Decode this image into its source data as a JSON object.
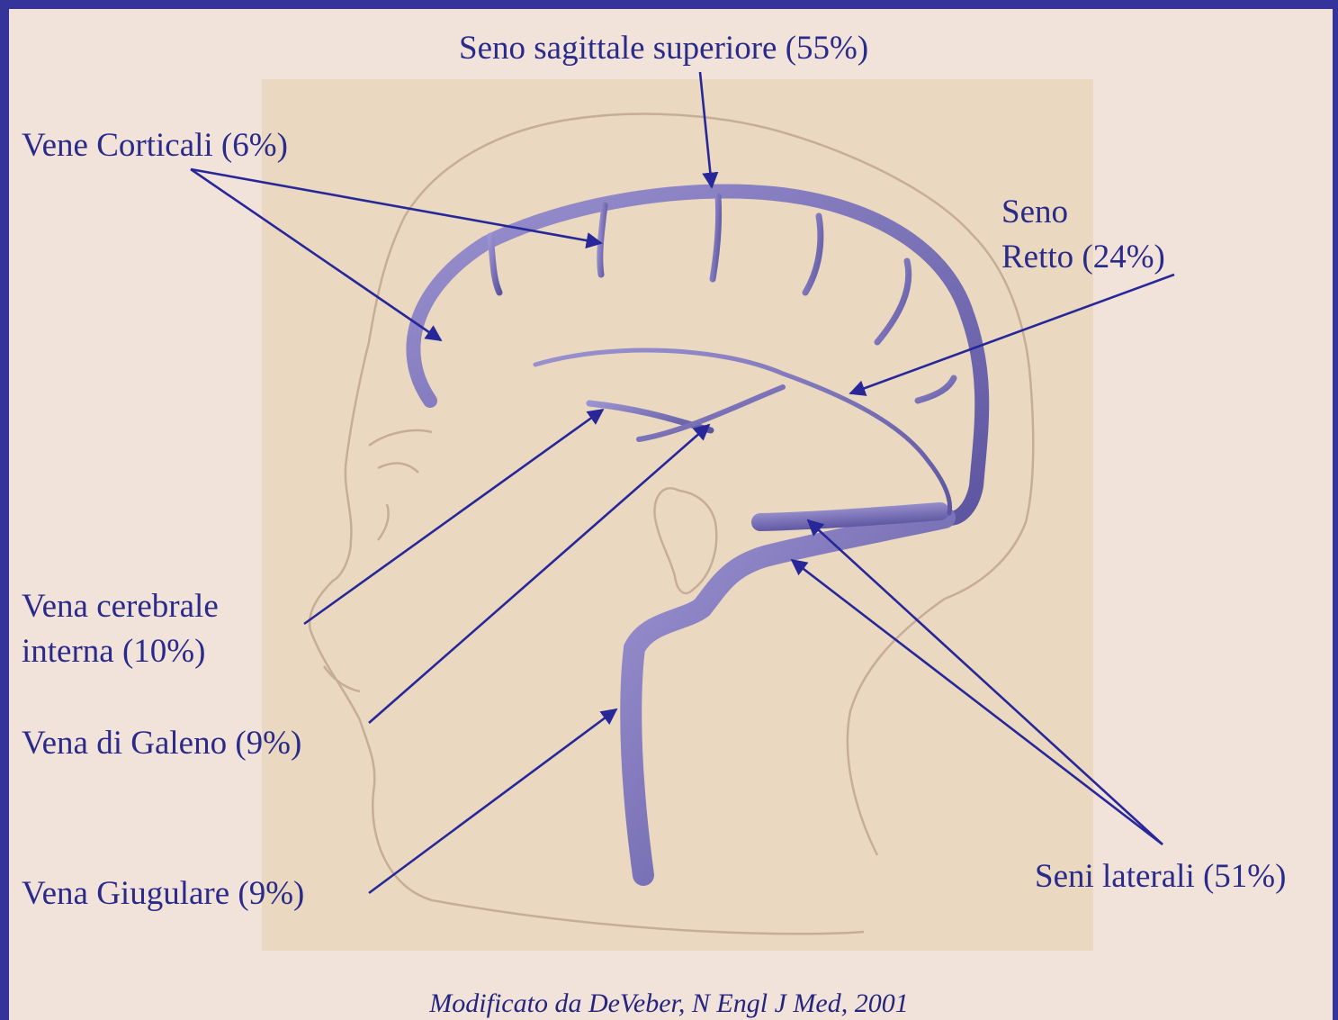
{
  "labels": {
    "sagittal": "Seno sagittale superiore (55%)",
    "cortical": "Vene Corticali (6%)",
    "retto_line1": "Seno",
    "retto_line2": "Retto  (24%)",
    "cerebrale_line1": "Vena cerebrale",
    "cerebrale_line2": "interna (10%)",
    "galeno": "Vena di Galeno (9%)",
    "giugulare": "Vena Giugulare (9%)",
    "laterali": "Seni laterali (51%)"
  },
  "credit": "Modificato da DeVeber, N Engl J Med, 2001",
  "colors": {
    "frame": "#35349a",
    "background": "#f2e3da",
    "panel": "#ead9c0",
    "vein": "#7a72b8",
    "label": "#2a2a8a",
    "arrow": "#27279a"
  }
}
